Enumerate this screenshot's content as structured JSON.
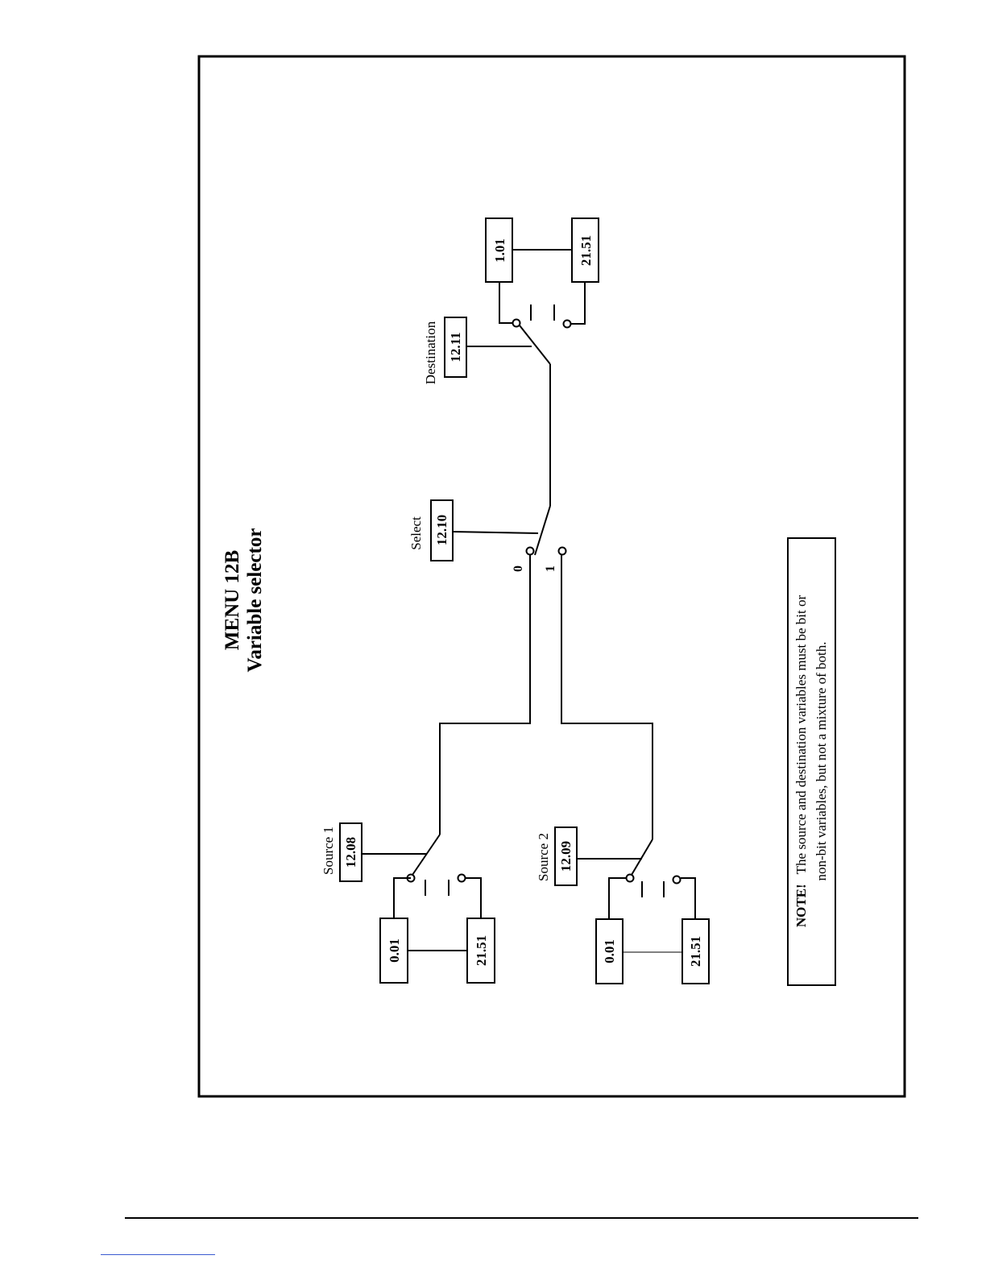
{
  "title": {
    "line1": "MENU 12B",
    "line2": "Variable selector"
  },
  "source1": {
    "label": "Source 1",
    "param": "12.08",
    "range_min": "0.01",
    "range_max": "21.51"
  },
  "source2": {
    "label": "Source 2",
    "param": "12.09",
    "range_min": "0.01",
    "range_max": "21.51"
  },
  "select": {
    "label": "Select",
    "param": "12.10",
    "pos0": "0",
    "pos1": "1"
  },
  "destination": {
    "label": "Destination",
    "param": "12.11",
    "range_min": "1.01",
    "range_max": "21.51"
  },
  "note": {
    "prefix": "NOTE!",
    "line1": "The source and destination variables must be bit or",
    "line2": "non-bit variables, but not a mixture of both."
  }
}
